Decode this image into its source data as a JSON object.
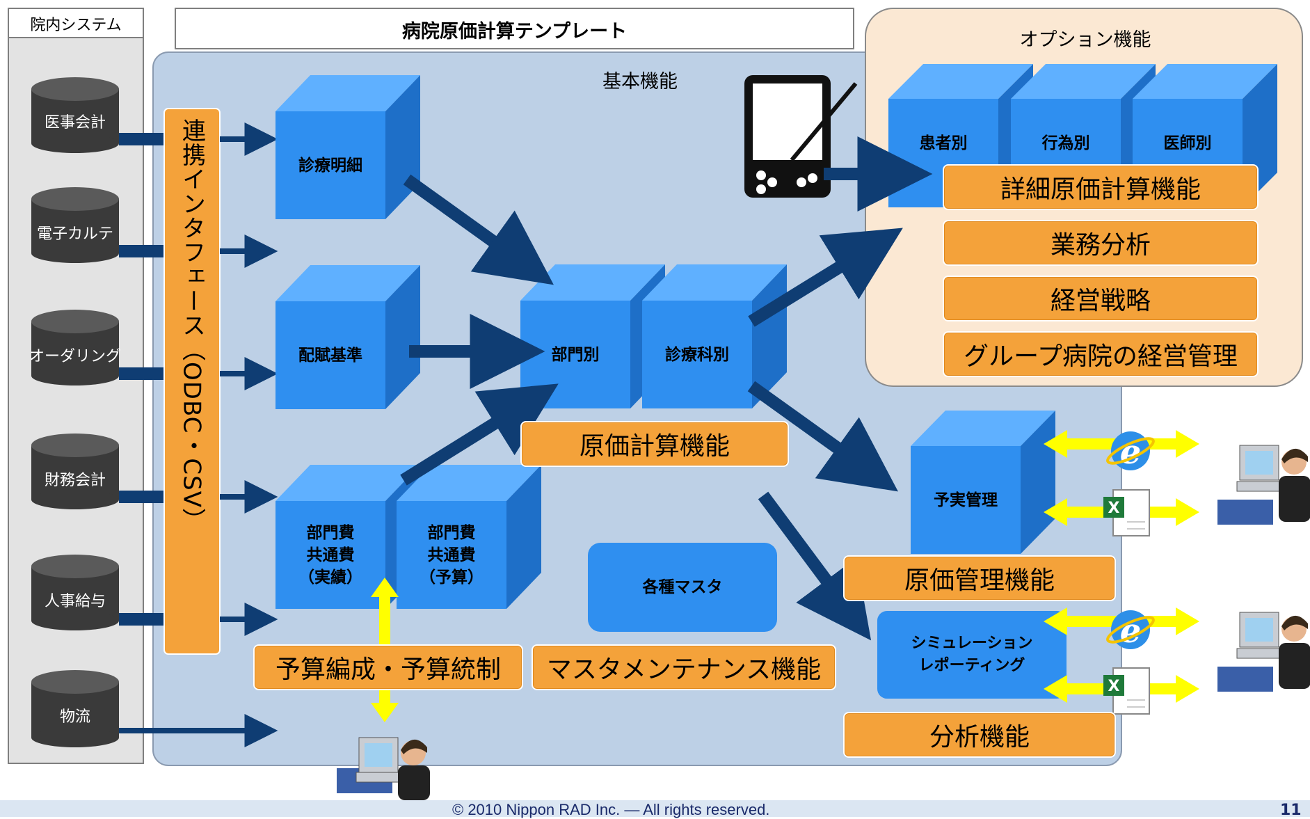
{
  "hospital_system_label": "院内システム",
  "template_title": "病院原価計算テンプレート",
  "basic_label": "基本機能",
  "option_label": "オプション機能",
  "systems": [
    "医事会計",
    "電子カルテ",
    "オーダリング",
    "財務会計",
    "人事給与",
    "物流"
  ],
  "interface_label": "連携インタフェース（ODBC・CSV）",
  "cubes": {
    "shinryo_meisai": "診療明細",
    "haifu_kijun": "配賦基準",
    "bumon_actual": "部門費\n共通費\n（実績）",
    "bumon_budget": "部門費\n共通費\n（予算）",
    "bumon": "部門別",
    "shinryoka": "診療科別",
    "kanja": "患者別",
    "koui": "行為別",
    "ishi": "医師別",
    "yojitsu": "予実管理",
    "masters": "各種マスタ",
    "simulation": "シミュレーション\nレポーティング"
  },
  "functions": {
    "genka_keisan": "原価計算機能",
    "yosan": "予算編成・予算統制",
    "master_maint": "マスタメンテナンス機能",
    "genka_kanri": "原価管理機能",
    "bunseki": "分析機能",
    "detail": "詳細原価計算機能",
    "gyomu": "業務分析",
    "keiei": "経営戦略",
    "group": "グループ病院の経営管理"
  },
  "footer": {
    "copyright": "© 2010  Nippon RAD Inc. — All rights reserved.",
    "page": "11"
  },
  "colors": {
    "cube_front": "#2f8ff0",
    "cube_top": "#5fb0ff",
    "cube_side": "#1e6fc8",
    "arrow": "#0f3d73",
    "orange": "#f4a23a",
    "yellow": "#ffff00",
    "panel": "#bdd0e6",
    "option_panel": "#fbe8d3"
  }
}
